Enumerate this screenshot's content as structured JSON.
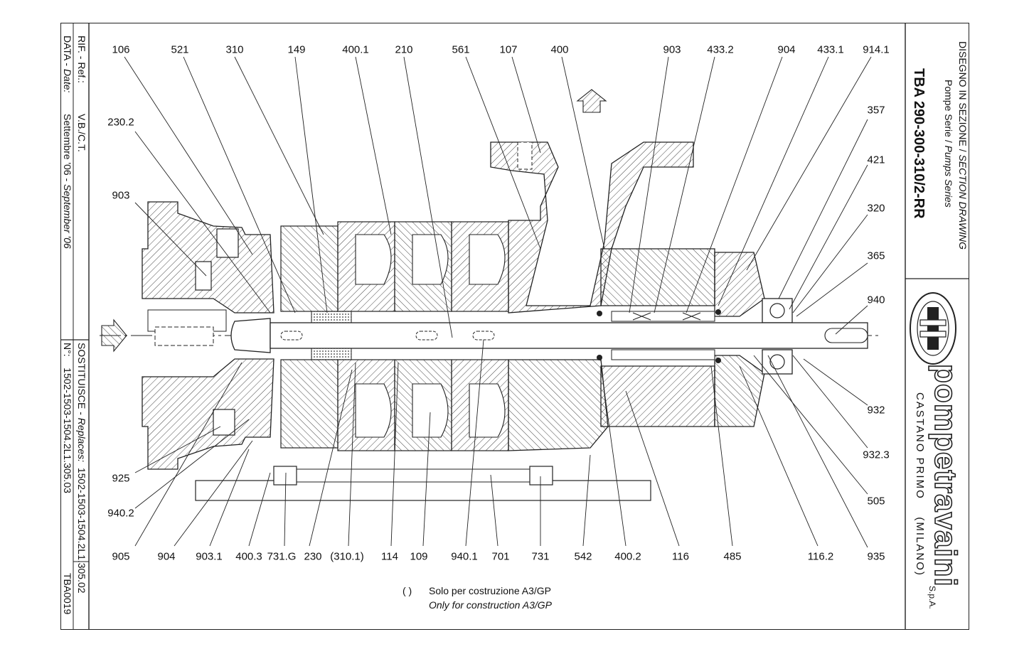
{
  "left_block": {
    "ref_label": "RIF. - Ref.:",
    "ref_value": "V.B./C.T.",
    "date_label_1": "DATA -",
    "date_label_2": "Date:",
    "date_value_1": "Settembre '06 -",
    "date_value_2": "September '06",
    "replaces_label_1": "SOSTITUISCE -",
    "replaces_label_2": "Replaces:",
    "replaces_value": "1502-1503-1504.2L1.305.02",
    "number_label": "N°:",
    "number_value": "1502-1503-1504.2L1.305.03",
    "drawing_code": "TBA0019"
  },
  "title_block": {
    "line1_a": "DISEGNO IN SEZIONE /",
    "line1_b": "SECTION DRAWING",
    "line2_a": "Pompe Serie /",
    "line2_b": "Pumps Series",
    "model": "TBA 290-300-310/2-RR",
    "company": "pompetravaini",
    "company_suffix": "S.p.A.",
    "city": "CASTANO PRIMO",
    "region": "(MILANO)"
  },
  "note": {
    "symbol": "( )",
    "line_it": "Solo per costruzione A3/GP",
    "line_en": "Only for construction A3/GP"
  },
  "callouts": {
    "top": [
      "106",
      "521",
      "310",
      "149",
      "400.1",
      "210",
      "561",
      "107",
      "400",
      "903",
      "433.2",
      "904",
      "433.1",
      "914.1"
    ],
    "right": [
      "357",
      "421",
      "320",
      "365",
      "940",
      "932",
      "932.3",
      "505",
      "935"
    ],
    "left": [
      "230.2",
      "903",
      "925",
      "940.2"
    ],
    "bottom": [
      "905",
      "904",
      "903.1",
      "400.3",
      "731.G",
      "230",
      "(310.1)",
      "114",
      "109",
      "940.1",
      "701",
      "731",
      "542",
      "400.2",
      "116",
      "485",
      "116.2"
    ]
  },
  "colors": {
    "line": "#222222",
    "paper": "#ffffff"
  }
}
